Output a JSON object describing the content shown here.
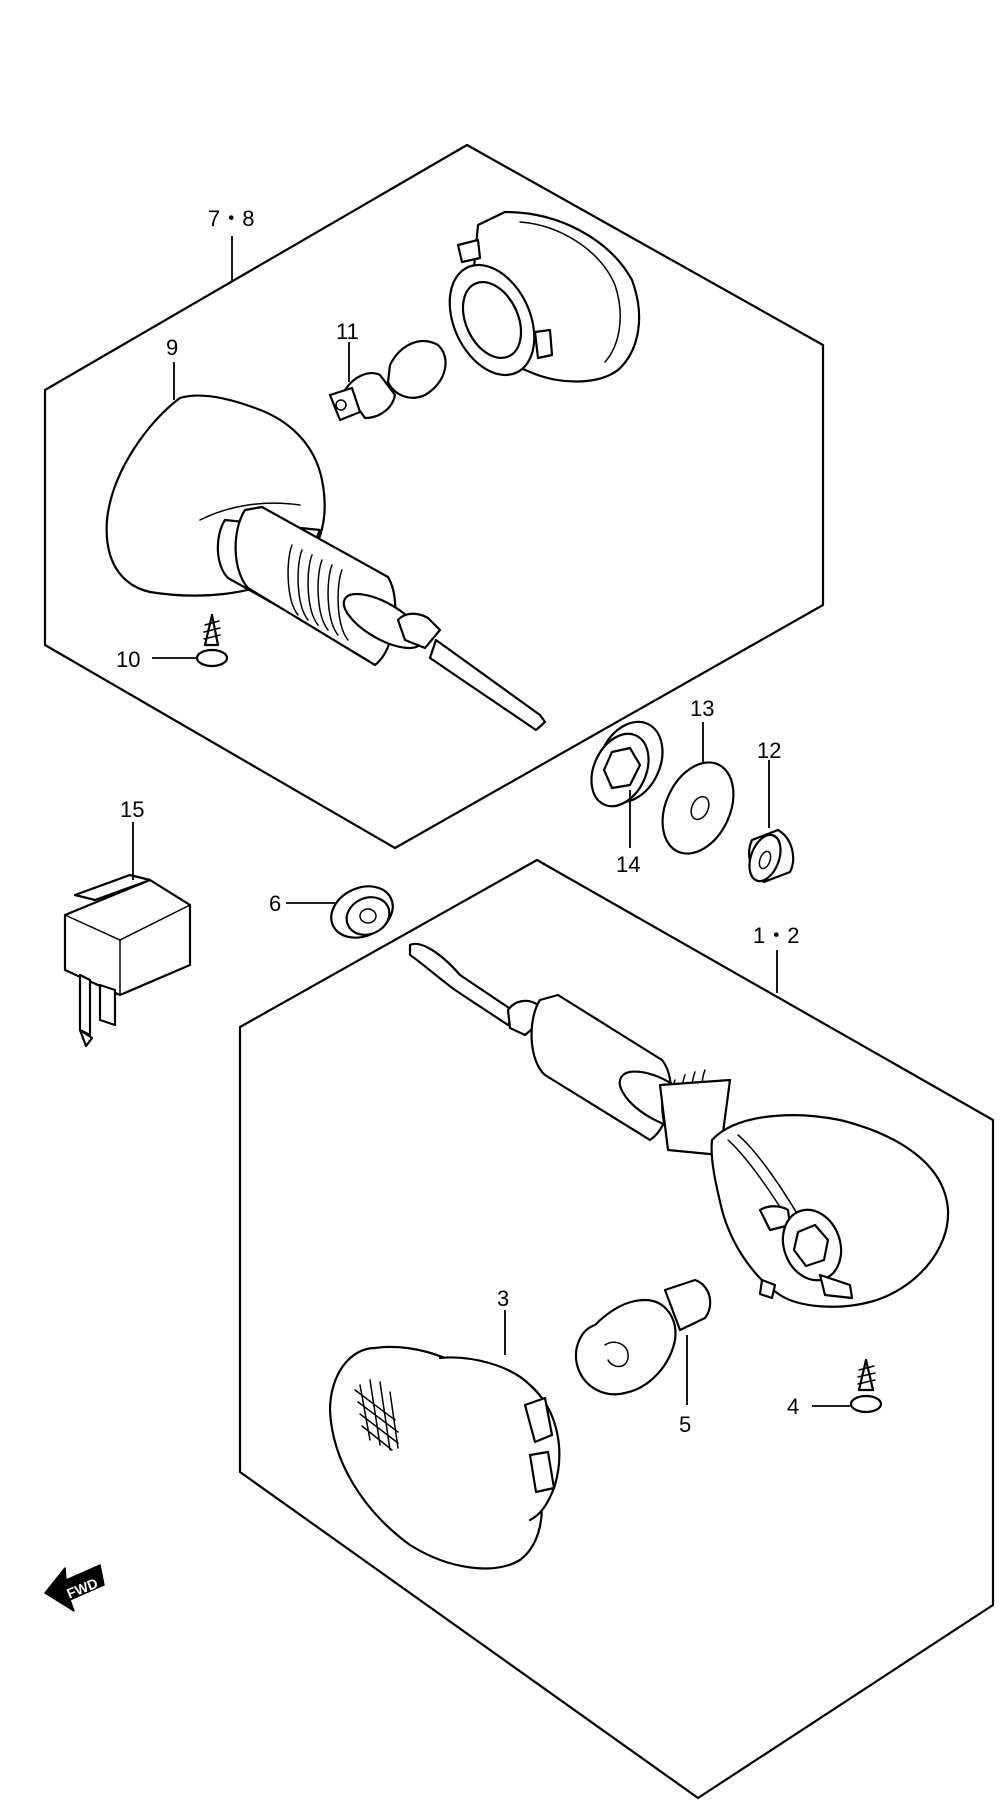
{
  "labels": {
    "l78": "7・8",
    "l9": "9",
    "l11": "11",
    "l10": "10",
    "l13": "13",
    "l12": "12",
    "l14": "14",
    "l15": "15",
    "l6": "6",
    "l12b": "1・2",
    "l3": "3",
    "l4": "4",
    "l5": "5"
  },
  "fwd_arrow": "FWD"
}
